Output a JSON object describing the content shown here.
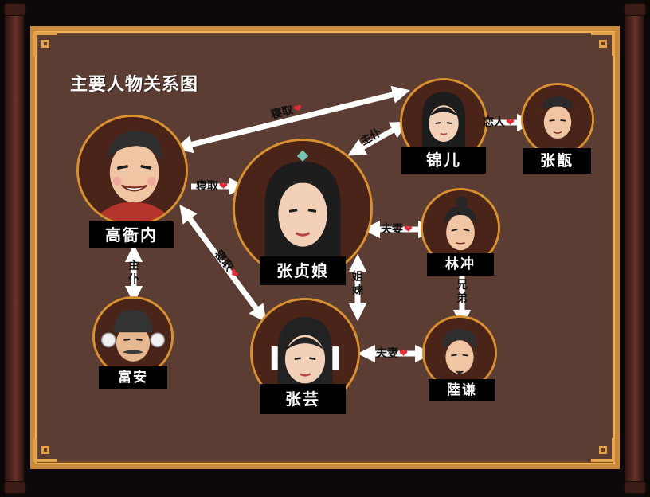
{
  "title": "主要人物关系图",
  "colors": {
    "board": "#5b3d34",
    "frame": "#c98a3c",
    "portrait_ring": "#d9912f",
    "plate": "#000000",
    "arrow": "#ffffff",
    "heart": "#e52a3a"
  },
  "heart_glyph": "❤",
  "characters": {
    "gao_yanei": {
      "name": "高衙内",
      "icon": "smiling-man-portrait"
    },
    "zhang_zhenniang": {
      "name": "张贞娘",
      "icon": "woman-with-hairpin-portrait"
    },
    "jin_er": {
      "name": "锦儿",
      "icon": "maid-portrait"
    },
    "zhang_ti": {
      "name": "张甑",
      "icon": "young-man-with-cap-portrait"
    },
    "lin_chong": {
      "name": "林冲",
      "icon": "topknot-man-portrait"
    },
    "fu_an": {
      "name": "富安",
      "icon": "mustached-servant-portrait"
    },
    "zhang_yun": {
      "name": "张芸",
      "icon": "woman-with-ribbons-portrait"
    },
    "lu_qian": {
      "name": "陸谦",
      "icon": "bearded-man-portrait"
    }
  },
  "relations": {
    "gao_to_jiner": {
      "label": "寝取",
      "heart": true
    },
    "gao_to_zhenniang": {
      "label": "寝取",
      "heart": true
    },
    "gao_to_zhangyun": {
      "label": "寝取",
      "heart": true
    },
    "gao_fuan": {
      "label": "主仆",
      "heart": false
    },
    "zhenniang_jiner": {
      "label": "主仆",
      "heart": false
    },
    "jiner_zhangti": {
      "label": "恋人",
      "heart": true
    },
    "zhenniang_linchong": {
      "label": "夫妻",
      "heart": true
    },
    "zhenniang_zhangyun": {
      "label": "姐妹",
      "heart": false
    },
    "linchong_luqian": {
      "label": "兄弟",
      "heart": false
    },
    "zhangyun_luqian": {
      "label": "夫妻",
      "heart": true
    }
  }
}
